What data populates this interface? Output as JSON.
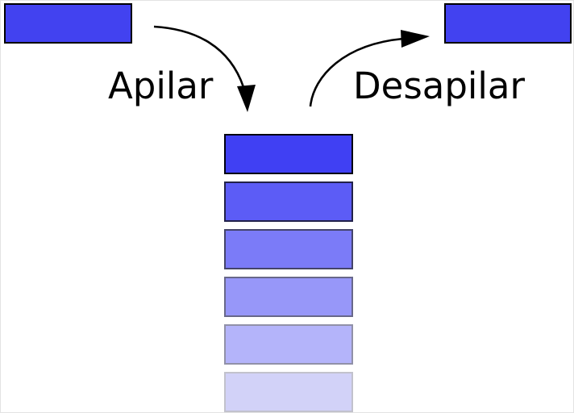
{
  "diagram": {
    "title": "stack-push-pop-diagram",
    "push_label": "Apilar",
    "pop_label": "Desapilar",
    "background": "#ffffff",
    "text_color": "#000000",
    "arrow_color": "#000000"
  },
  "boxes": {
    "incoming": {
      "color": "#4242f0",
      "border": "#000000"
    },
    "outgoing": {
      "color": "#4242f0",
      "border": "#000000"
    }
  },
  "stack": {
    "items": [
      {
        "fill": "#4040f3",
        "border": "#000010"
      },
      {
        "fill": "#5c5cf6",
        "border": "#22224a"
      },
      {
        "fill": "#7b7bf8",
        "border": "#44446a"
      },
      {
        "fill": "#9797f9",
        "border": "#68688a"
      },
      {
        "fill": "#b4b4fa",
        "border": "#9191a8"
      },
      {
        "fill": "#d2d2f8",
        "border": "#c2c2cc"
      }
    ]
  }
}
